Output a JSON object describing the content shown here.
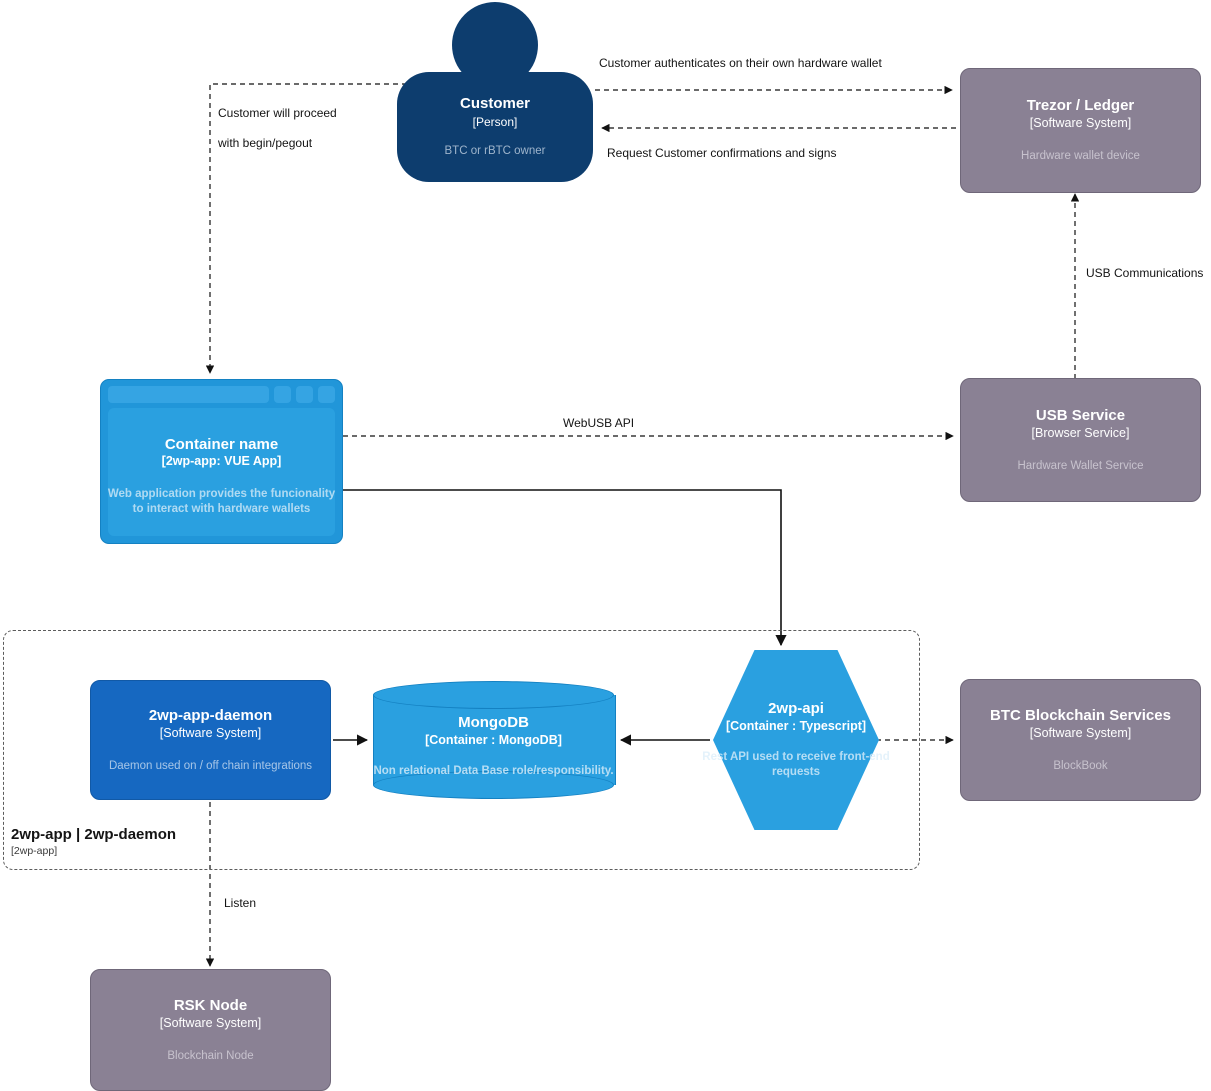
{
  "diagram": {
    "type": "C4 Container Diagram",
    "boundary": {
      "title": "2wp-app | 2wp-daemon",
      "tech": "[2wp-app]"
    }
  },
  "nodes": {
    "customer": {
      "title": "Customer",
      "tech": "[Person]",
      "desc": "BTC or rBTC owner",
      "shape": "person",
      "color": "#0d3d6e"
    },
    "trezor_ledger": {
      "title": "Trezor / Ledger",
      "tech": "[Software System]",
      "desc": "Hardware wallet device",
      "shape": "rounded-box",
      "color": "#8a8194"
    },
    "container_name": {
      "title": "Container name",
      "tech": "[2wp-app: VUE App]",
      "desc": "Web application provides the funcionality to interact with hardware wallets",
      "shape": "browser-window",
      "color": "#2aa0e0"
    },
    "usb_service": {
      "title": "USB Service",
      "tech": "[Browser Service]",
      "desc": "Hardware Wallet Service",
      "shape": "rounded-box",
      "color": "#8a8194"
    },
    "daemon": {
      "title": "2wp-app-daemon",
      "tech": "[Software System]",
      "desc": "Daemon used on / off chain integrations",
      "shape": "rounded-box",
      "color": "#1668c1"
    },
    "mongodb": {
      "title": "MongoDB",
      "tech": "[Container : MongoDB]",
      "desc": "Non relational Data Base role/responsibility.",
      "shape": "cylinder",
      "color": "#2aa0e0"
    },
    "twp_api": {
      "title": "2wp-api",
      "tech": "[Container : Typescript]",
      "desc": "Rest API used to receive front-end requests",
      "shape": "hexagon",
      "color": "#2aa0e0"
    },
    "btc_services": {
      "title": "BTC Blockchain Services",
      "tech": "[Software System]",
      "desc": "BlockBook",
      "shape": "rounded-box",
      "color": "#8a8194"
    },
    "rsk_node": {
      "title": "RSK Node",
      "tech": "[Software System]",
      "desc": "Blockchain Node",
      "shape": "rounded-box",
      "color": "#8a8194"
    }
  },
  "edges": {
    "customer_to_trezor": "Customer authenticates on their own hardware wallet",
    "trezor_to_customer": "Request Customer confirmations and signs",
    "customer_to_app_line1": "Customer will proceed",
    "customer_to_app_line2": "with begin/pegout",
    "app_to_usb_service": "WebUSB API",
    "usb_service_to_trezor": "USB Communications",
    "daemon_to_rsk": "Listen"
  }
}
